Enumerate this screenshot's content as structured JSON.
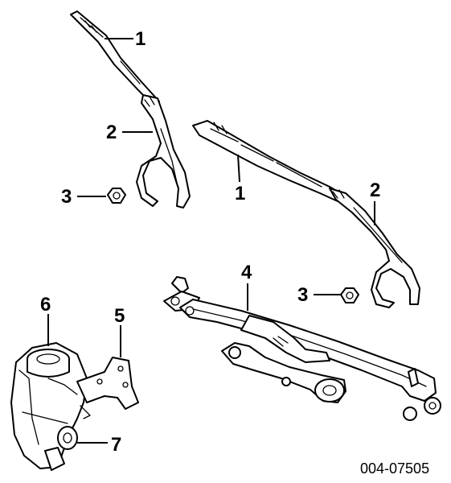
{
  "diagram": {
    "title": "",
    "drawing_id": "004-07505",
    "callouts": {
      "arm_left": "1",
      "blade_left": "2",
      "nut_left": "3",
      "arm_right": "1",
      "blade_right": "2",
      "nut_right": "3",
      "linkage": "4",
      "bracket": "5",
      "reservoir_cap": "6",
      "pump": "7"
    }
  }
}
